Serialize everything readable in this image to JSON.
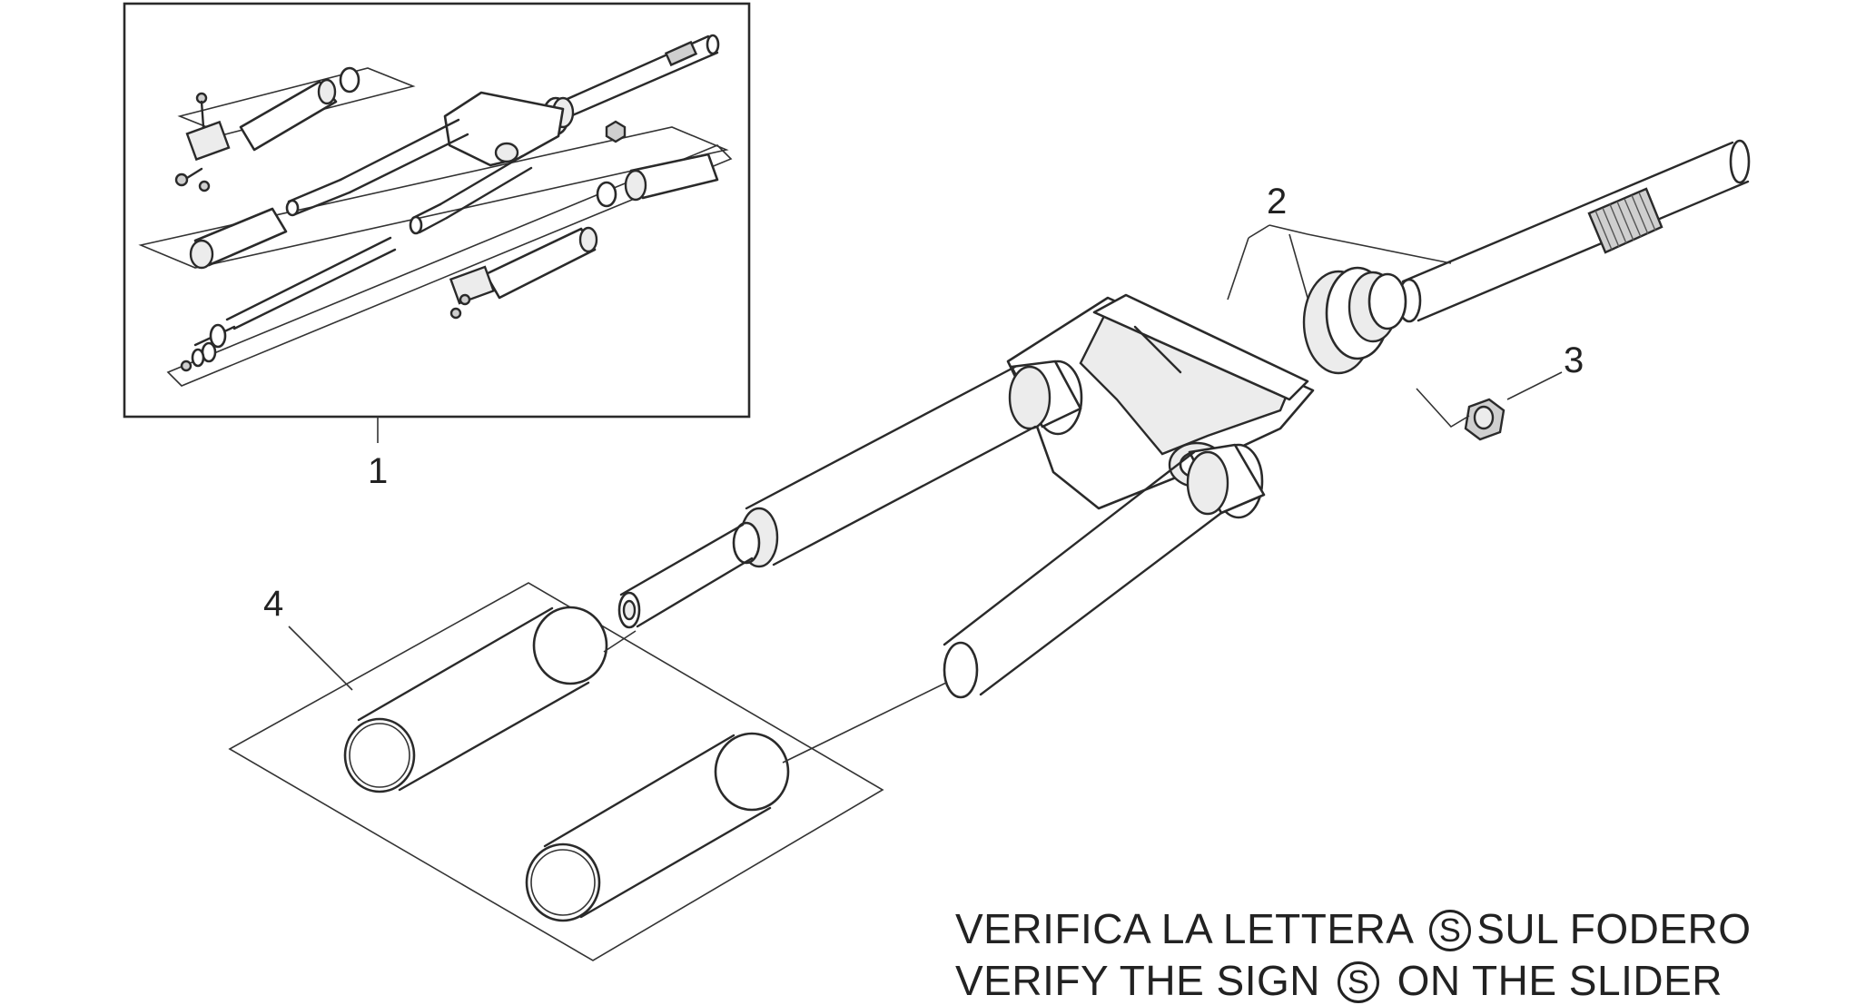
{
  "callouts": {
    "c1": "1",
    "c2": "2",
    "c3": "3",
    "c4": "4"
  },
  "note": {
    "it_before": "VERIFICA LA LETTERA",
    "it_sign": "S",
    "it_after": "SUL FODERO",
    "en_before": "VERIFY THE SIGN",
    "en_sign": "S",
    "en_after": "ON THE SLIDER"
  }
}
